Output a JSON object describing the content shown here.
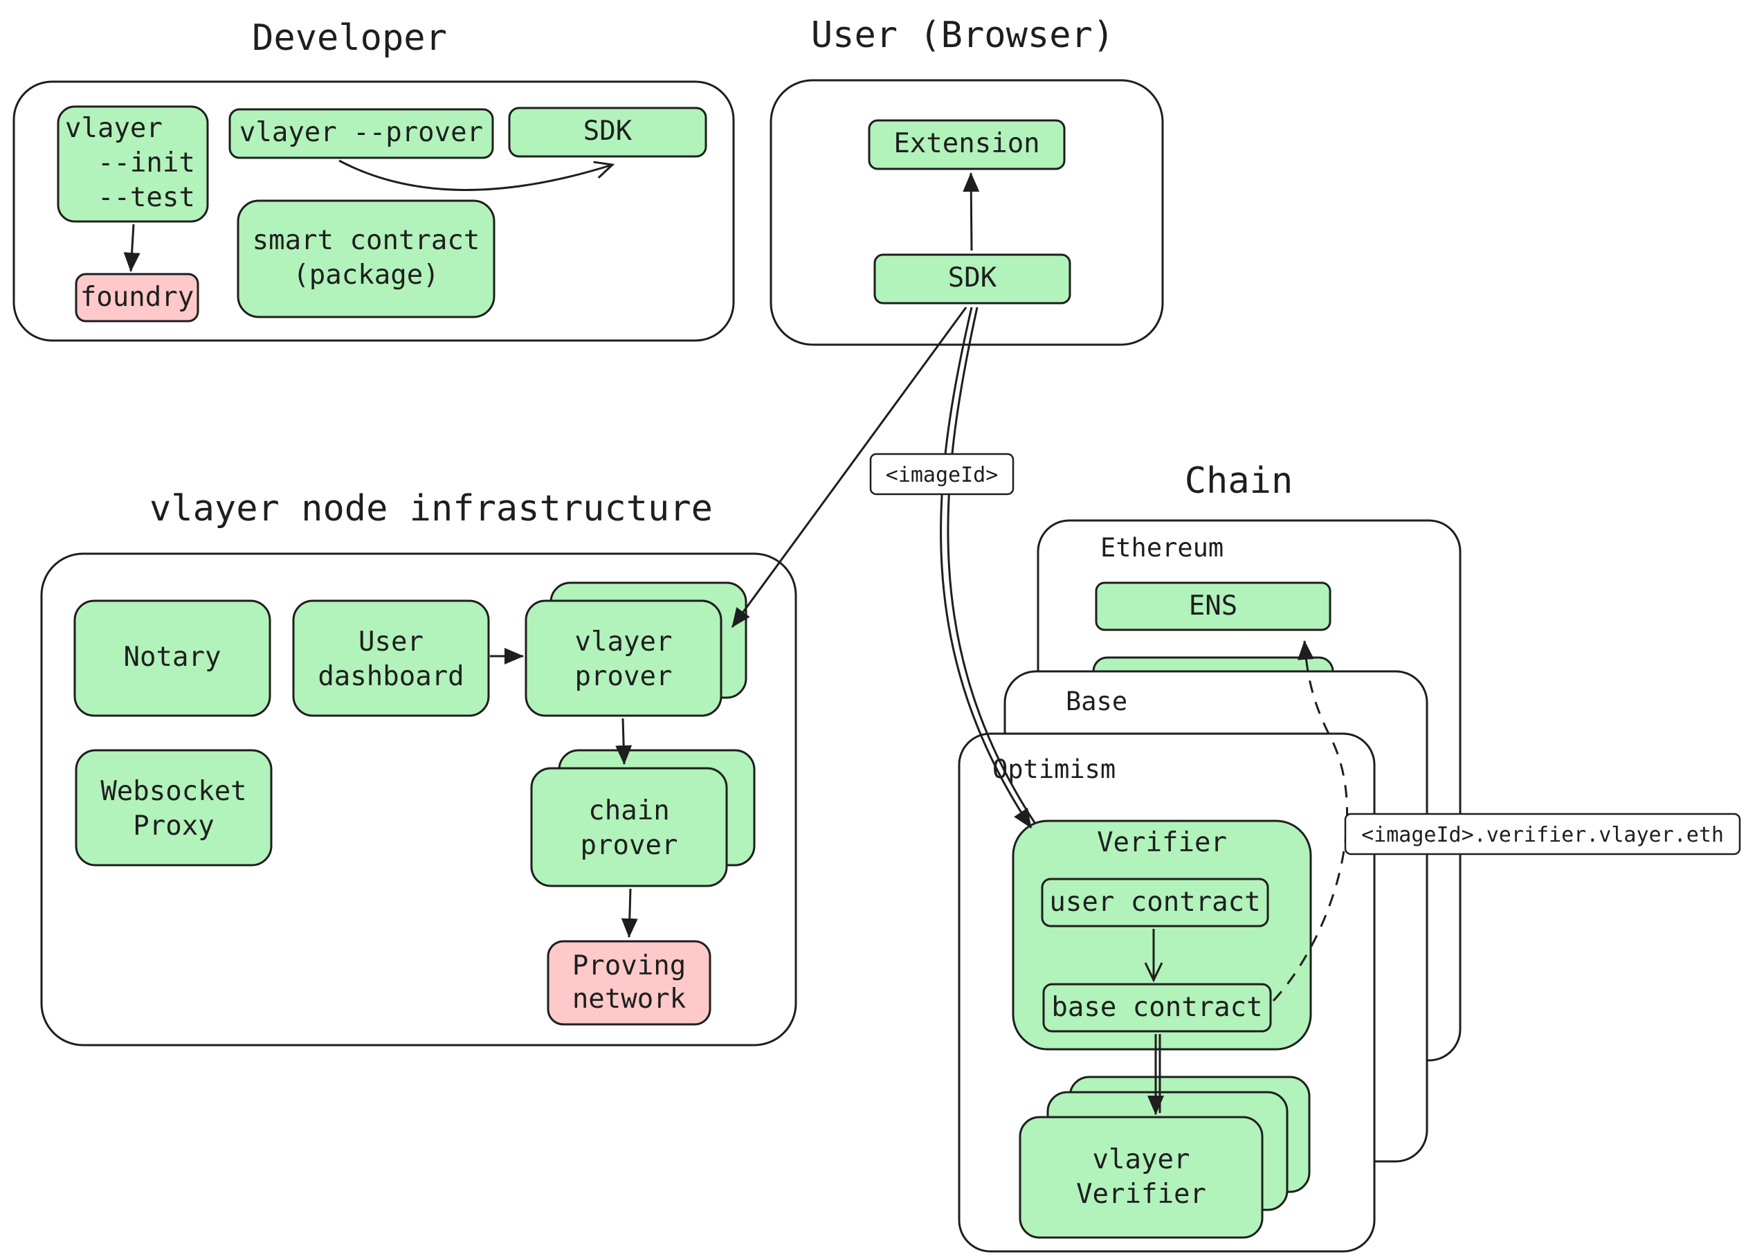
{
  "titles": {
    "developer": "Developer",
    "user_browser": "User (Browser)",
    "infrastructure": "vlayer node infrastructure",
    "chain": "Chain"
  },
  "developer": {
    "cli_lines": [
      "vlayer",
      "  --init",
      "  --test"
    ],
    "foundry": "foundry",
    "prover_cmd": "vlayer --prover",
    "sdk": "SDK",
    "smart_contract": [
      "smart contract",
      "(package)"
    ]
  },
  "browser": {
    "extension": "Extension",
    "sdk": "SDK"
  },
  "infrastructure": {
    "notary": "Notary",
    "user_dashboard": [
      "User",
      "dashboard"
    ],
    "vlayer_prover": [
      "vlayer",
      "prover"
    ],
    "websocket_proxy": [
      "Websocket",
      "Proxy"
    ],
    "chain_prover": [
      "chain",
      "prover"
    ],
    "proving_network": [
      "Proving",
      "network"
    ]
  },
  "chain": {
    "ethereum": "Ethereum",
    "ens": "ENS",
    "base": "Base",
    "optimism": "Optimism",
    "verifier": "Verifier",
    "user_contract": "user contract",
    "base_contract": "base contract",
    "vlayer_verifier": [
      "vlayer",
      "Verifier"
    ]
  },
  "edge_labels": {
    "image_id": "<imageId>",
    "ens_name": "<imageId>.verifier.vlayer.eth"
  },
  "colors": {
    "component": "#b2f2bb",
    "external": "#ffc9c9",
    "stroke": "#1e1e1e",
    "background": "#ffffff"
  }
}
